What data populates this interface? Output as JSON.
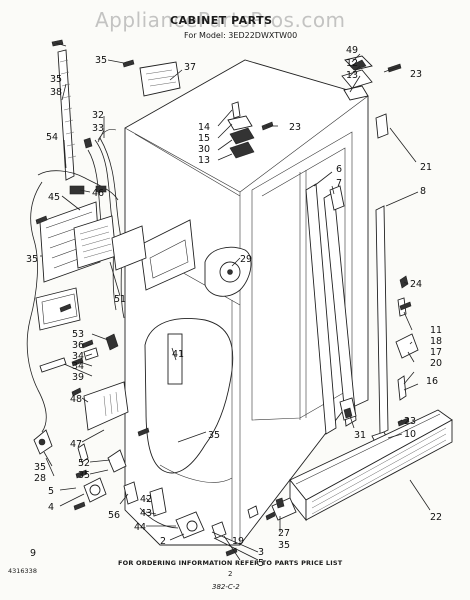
{
  "watermark": "AppliancePartsPros.com",
  "title": "CABINET PARTS",
  "model_line": "For Model: 3ED22DWXTW00",
  "footer": "FOR ORDERING INFORMATION REFER TO PARTS PRICE LIST",
  "doc_number": "4316338",
  "page_number": "2",
  "page_code": "382-C-2",
  "callouts": {
    "c35a": "35",
    "c37": "37",
    "c35b": "35",
    "c38": "38",
    "c49": "49",
    "c12": "12",
    "c13a": "13",
    "c23a": "23",
    "c32": "32",
    "c33": "33",
    "c14": "14",
    "c15": "15",
    "c30": "30",
    "c13b": "13",
    "c23b": "23",
    "c54": "54",
    "c21": "21",
    "c6": "6",
    "c7": "7",
    "c8": "8",
    "c46": "46",
    "c45": "45",
    "c29": "29",
    "c35c": "35",
    "c51": "51",
    "c24": "24",
    "c11": "11",
    "c18": "18",
    "c53": "53",
    "c36": "36",
    "c34a": "34",
    "c17": "17",
    "c20": "20",
    "c34b": "34",
    "c39": "39",
    "c41": "41",
    "c16": "16",
    "c48": "48",
    "c31": "31",
    "c23c": "23",
    "c10": "10",
    "c47": "47",
    "c52": "52",
    "c35d": "35",
    "c35e": "35",
    "c28": "28",
    "c5a": "5",
    "c4": "4",
    "c56": "56",
    "c42": "42",
    "c43": "43",
    "c44": "44",
    "c2": "2",
    "c19": "19",
    "c27": "27",
    "c35f": "35",
    "c3": "3",
    "c5b": "5",
    "c22": "22",
    "c9": "9",
    "c35g": "35"
  }
}
